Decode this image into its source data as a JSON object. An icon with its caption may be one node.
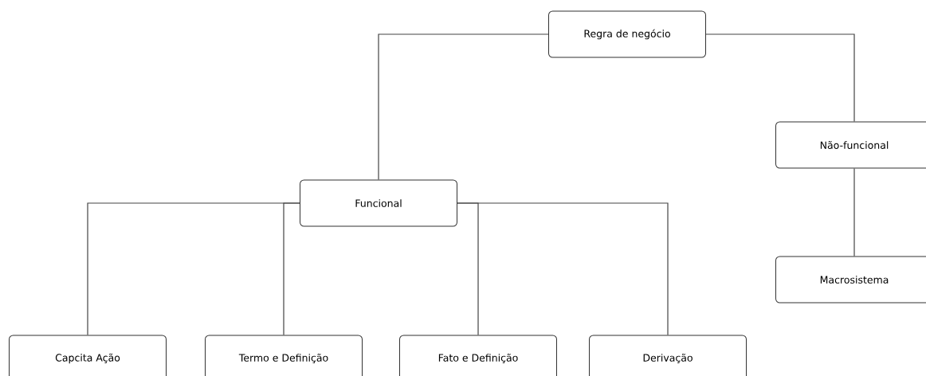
{
  "diagram": {
    "nodes": [
      {
        "text": [
          "Regra de negócio"
        ]
      },
      {
        "text": [
          "Funcional"
        ]
      },
      {
        "text": [
          "Não-funcional"
        ]
      },
      {
        "text": [
          "Macrosistema"
        ]
      },
      {
        "text": [
          "Capcita Ação"
        ]
      },
      {
        "text": [
          "Termo e Definição"
        ]
      },
      {
        "text": [
          "Fato e Definição"
        ]
      },
      {
        "text": [
          "Derivação"
        ]
      }
    ],
    "edges": [
      {
        "from": 0,
        "to": 1,
        "arrow": "none"
      },
      {
        "from": 0,
        "to": 2,
        "arrow": "none"
      },
      {
        "from": 2,
        "to": 3,
        "arrow": "none"
      },
      {
        "from": 1,
        "to": 4,
        "arrow": "none"
      },
      {
        "from": 1,
        "to": 5,
        "arrow": "none"
      },
      {
        "from": 1,
        "to": 6,
        "arrow": "none"
      },
      {
        "from": 1,
        "to": 7,
        "arrow": "none"
      }
    ]
  }
}
